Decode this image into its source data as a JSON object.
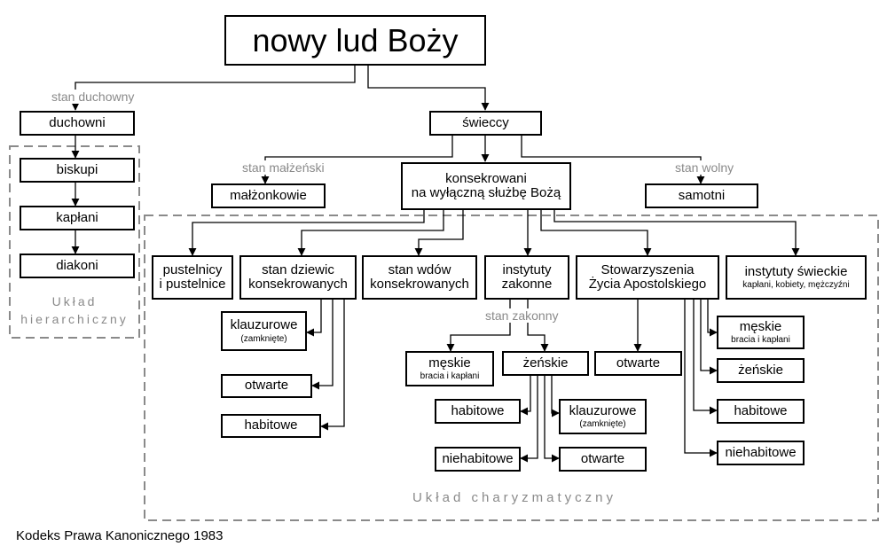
{
  "top": "nowy lud Boży",
  "left_branch_label": "stan duchowny",
  "duchowni": "duchowni",
  "hierarchy": [
    "biskupi",
    "kapłani",
    "diakoni"
  ],
  "hierarchy_label_1": "Układ",
  "hierarchy_label_2": "hierarchiczny",
  "swieccy": "świeccy",
  "married_label": "stan małżeński",
  "married": "małżonkowie",
  "consecrated_1": "konsekrowani",
  "consecrated_2": "na wyłączną służbę Bożą",
  "single_label": "stan wolny",
  "single": "samotni",
  "charismatic_label": "Układ charyzmatyczny",
  "hermits_1": "pustelnicy",
  "hermits_2": "i pustelnice",
  "virgins_1": "stan dziewic",
  "virgins_2": "konsekrowanych",
  "widows_1": "stan wdów",
  "widows_2": "konsekrowanych",
  "institutes_1": "instytuty",
  "institutes_2": "zakonne",
  "societies_1": "Stowarzyszenia",
  "societies_2": "Życia Apostolskiego",
  "secular_1": "instytuty świeckie",
  "secular_2": "kapłani, kobiety, mężczyźni",
  "virgins_sub": {
    "cloistered": "klauzurowe",
    "cloistered_note": "(zamknięte)",
    "open": "otwarte",
    "habit": "habitowe"
  },
  "religious_label": "stan zakonny",
  "religious_male": "męskie",
  "religious_male_note": "bracia i kapłani",
  "religious_female": "żeńskie",
  "female_sub": {
    "habit": "habitowe",
    "nohabit": "niehabitowe",
    "cloistered": "klauzurowe",
    "cloistered_note": "(zamknięte)",
    "open": "otwarte"
  },
  "societies_open": "otwarte",
  "societies_sub": {
    "male": "męskie",
    "male_note": "bracia i kapłani",
    "female": "żeńskie",
    "habit": "habitowe",
    "nohabit": "niehabitowe"
  },
  "footer": "Kodeks Prawa Kanonicznego 1983"
}
